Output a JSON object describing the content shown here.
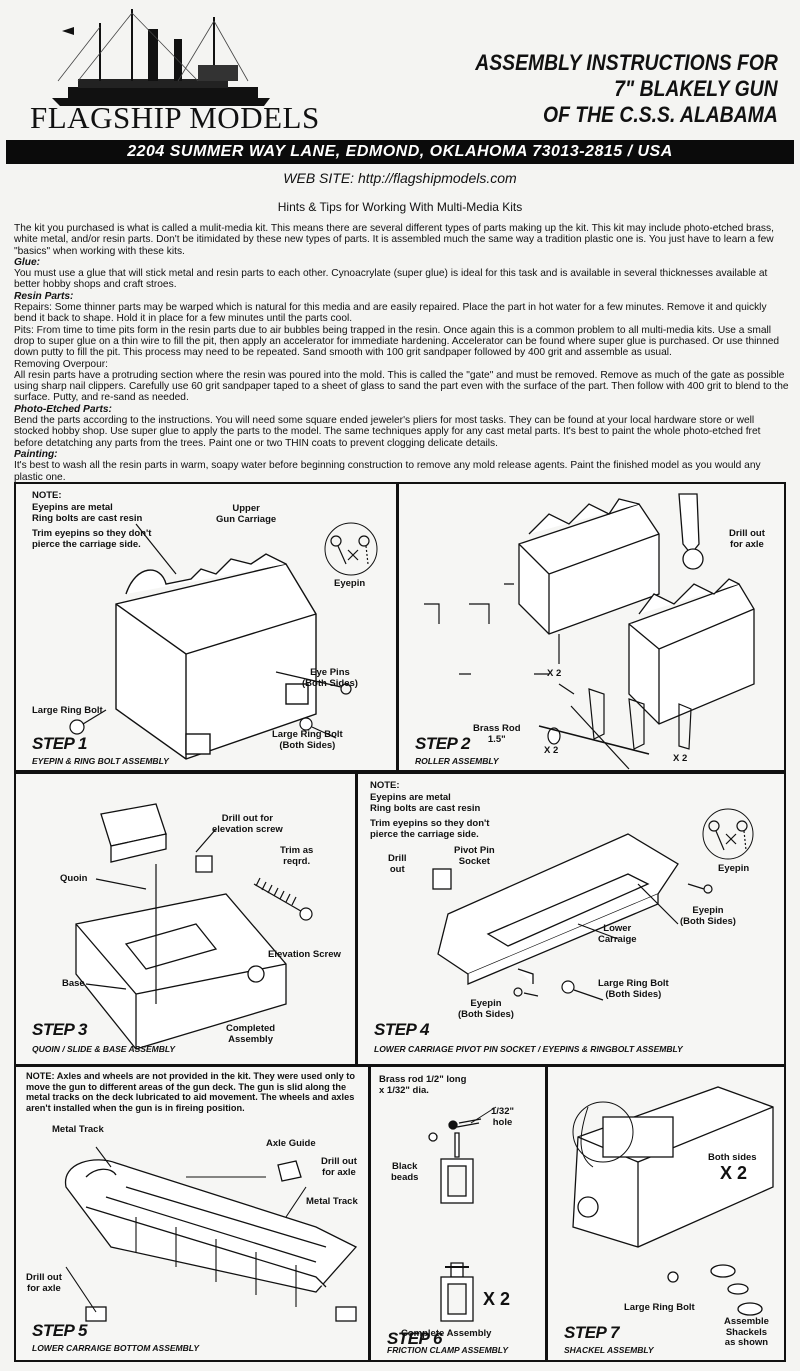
{
  "brand": "FLAGSHIP MODELS",
  "title_lines": [
    "ASSEMBLY INSTRUCTIONS FOR",
    "7\" BLAKELY GUN",
    "OF THE C.S.S. ALABAMA"
  ],
  "address": "2204 SUMMER WAY LANE, EDMOND, OKLAHOMA 73013-2815 / USA",
  "website": "WEB SITE: http://flagshipmodels.com",
  "hints_title": "Hints & Tips for Working With Multi-Media Kits",
  "hints": {
    "intro": "The kit you purchased is what is called a mulit-media kit.  This means there are several different types of parts making up the kit.  This kit may include photo-etched brass, white metal, and/or resin parts.  Don't be itimidated by these new types of parts.  It is assembled much the same way a tradition plastic one is.  You just have to learn a few \"basics\" when working with these kits.",
    "glue_heading": "Glue:",
    "glue": "You must use a glue that will stick metal and resin parts to each other.  Cynoacrylate (super glue) is ideal for this task and is available in several thicknesses available at better hobby shops and craft stroes.",
    "resin_heading": "Resin Parts:",
    "repairs": "Repairs:  Some thinner parts may be warped which is natural for this media and are easily repaired.  Place the part in hot water for a few minutes.  Remove it and quickly bend it back to shape.  Hold it in place for a few minutes until the parts cool.",
    "pits": "Pits:  From time to time pits form in the resin parts due to air bubbles being trapped in the resin.  Once again this is a common problem to all multi-media kits.  Use a small drop to super glue on a thin wire to fill the pit, then apply an accelerator for immediate hardening.  Accelerator can be found where super glue is purchased.  Or use thinned down putty to fill the pit.  This process may need to be repeated.  Sand smooth with 100 grit sandpaper followed by 400 grit and assemble as usual.",
    "overpour_heading": "Removing Overpour:",
    "overpour": "All resin parts have a protruding section where the resin was poured into the mold.  This is called the \"gate\" and must be removed.  Remove as much of the gate as possible using sharp nail clippers.  Carefully use 60 grit sandpaper taped to a sheet of glass to sand the part even with the surface of the part.  Then follow with 400 grit to blend to the surface.  Putty, and re-sand as needed.",
    "pe_heading": "Photo-Etched Parts:",
    "pe": "Bend the parts according to the instructions.  You will need some square ended jeweler's pliers for most tasks.  They can be found at your local hardware store or well stocked hobby shop.  Use super glue to apply the parts to the model.  The same techniques apply for any cast metal parts.  It's best to paint the whole photo-etched fret before detatching any parts from the trees.  Paint one or two THIN coats to prevent clogging delicate details.",
    "paint_heading": "Painting:",
    "paint": "It's best to wash all the resin parts in warm, soapy water before beginning construction to remove any mold release agents.  Paint the finished model as you would any plastic one."
  },
  "steps": {
    "s1": {
      "title": "STEP 1",
      "sub": "EYEPIN & RING BOLT ASSEMBLY",
      "note": [
        "NOTE:",
        "Eyepins are metal",
        "Ring bolts are cast resin",
        "Trim eyepins so they don't",
        "pierce the carriage side."
      ],
      "upper": "Upper\nGun Carriage",
      "eyepin": "Eyepin",
      "eyepins": "Eye Pins\n(Both Sides)",
      "ringbolt_left": "Large Ring Bolt",
      "ringbolt_right": "Large Ring Bolt\n(Both Sides)"
    },
    "s2": {
      "title": "STEP 2",
      "sub": "ROLLER ASSEMBLY",
      "drill": "Drill out\nfor axle",
      "rod": "Brass Rod\n1.5\"",
      "x2": "X 2"
    },
    "s3": {
      "title": "STEP 3",
      "sub": "QUOIN / SLIDE & BASE ASSEMBLY",
      "drill": "Drill out for\nelevation screw",
      "trim": "Trim as\nreqrd.",
      "quoin": "Quoin",
      "screw": "Elevation Screw",
      "base": "Base",
      "completed": "Completed\nAssembly"
    },
    "s4": {
      "title": "STEP 4",
      "sub": "LOWER CARRIAGE  PIVOT PIN SOCKET / EYEPINS & RINGBOLT ASSEMBLY",
      "note": [
        "NOTE:",
        "Eyepins are metal",
        "Ring bolts are cast resin",
        "Trim eyepins so they don't",
        "pierce the carriage side."
      ],
      "drill": "Drill\nout",
      "socket": "Pivot Pin\nSocket",
      "eyepin": "Eyepin",
      "eyepin_both": "Eyepin\n(Both Sides)",
      "lower": "Lower\nCarraige",
      "ringbolt": "Large Ring Bolt\n(Both Sides)",
      "eyepin_both2": "Eyepin\n(Both Sides)"
    },
    "s5": {
      "title": "STEP 5",
      "sub": "LOWER CARRAIGE BOTTOM ASSEMBLY",
      "note": "NOTE:  Axles and wheels are not provided in the kit.  They were used only to move the gun to different areas of the gun deck.  The gun is slid along the metal tracks on the deck lubricated to aid movement. The wheels and axles aren't installed when the gun is in fireing position.",
      "track": "Metal Track",
      "guide": "Axle Guide",
      "drill_right": "Drill out\nfor axle",
      "track_right": "Metal Track",
      "drill_left": "Drill out\nfor axle"
    },
    "s6": {
      "title": "STEP 6",
      "sub": "FRICTION CLAMP ASSEMBLY",
      "rod": "Brass rod 1/2\" long\nx 1/32\" dia.",
      "hole": "1/32\"\nhole",
      "beads": "Black\nbeads",
      "x2": "X 2",
      "complete": "Complete Assembly"
    },
    "s7": {
      "title": "STEP 7",
      "sub": "SHACKEL ASSEMBLY",
      "both": "Both sides",
      "x2": "X 2",
      "ringbolt": "Large Ring Bolt",
      "shackels": "Assemble\nShackels\nas shown"
    }
  }
}
